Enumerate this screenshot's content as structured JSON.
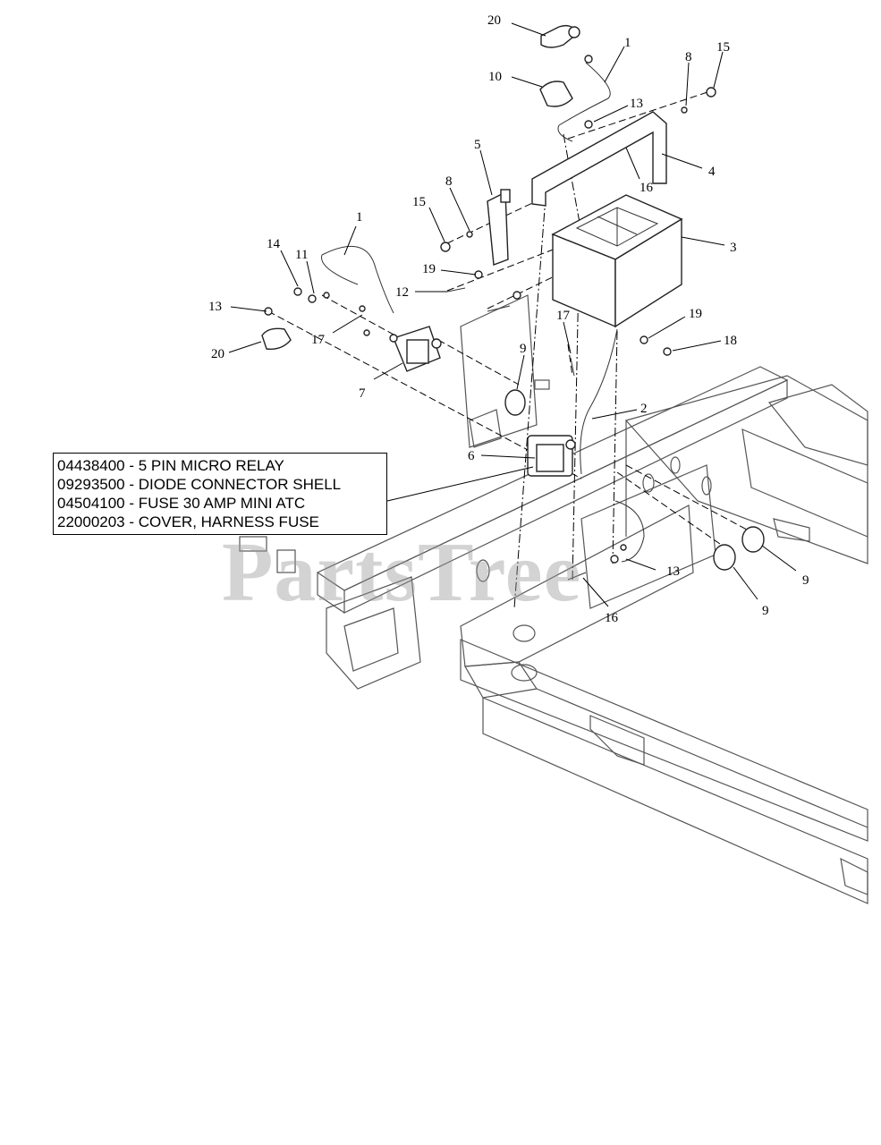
{
  "watermark": "PartsTree",
  "legend": [
    "04438400 - 5 PIN MICRO RELAY",
    "09293500 - DIODE CONNECTOR SHELL",
    "04504100 - FUSE 30 AMP MINI ATC",
    "22000203 - COVER, HARNESS FUSE"
  ],
  "callouts": {
    "c20_top": "20",
    "c1_top": "1",
    "c8_right": "8",
    "c15_right": "15",
    "c10": "10",
    "c13_top": "13",
    "c5": "5",
    "c4": "4",
    "c16_top": "16",
    "c8_left": "8",
    "c15_left": "15",
    "c1_left": "1",
    "c3": "3",
    "c14": "14",
    "c11": "11",
    "c19_left": "19",
    "c12": "12",
    "c13_left": "13",
    "c17_left": "17",
    "c17_mid": "17",
    "c19_right": "19",
    "c18": "18",
    "c20_left": "20",
    "c9_mid": "9",
    "c7": "7",
    "c2": "2",
    "c6": "6",
    "c13_bottom": "13",
    "c9_right_upper": "9",
    "c9_right_lower": "9",
    "c16_bottom": "16"
  }
}
